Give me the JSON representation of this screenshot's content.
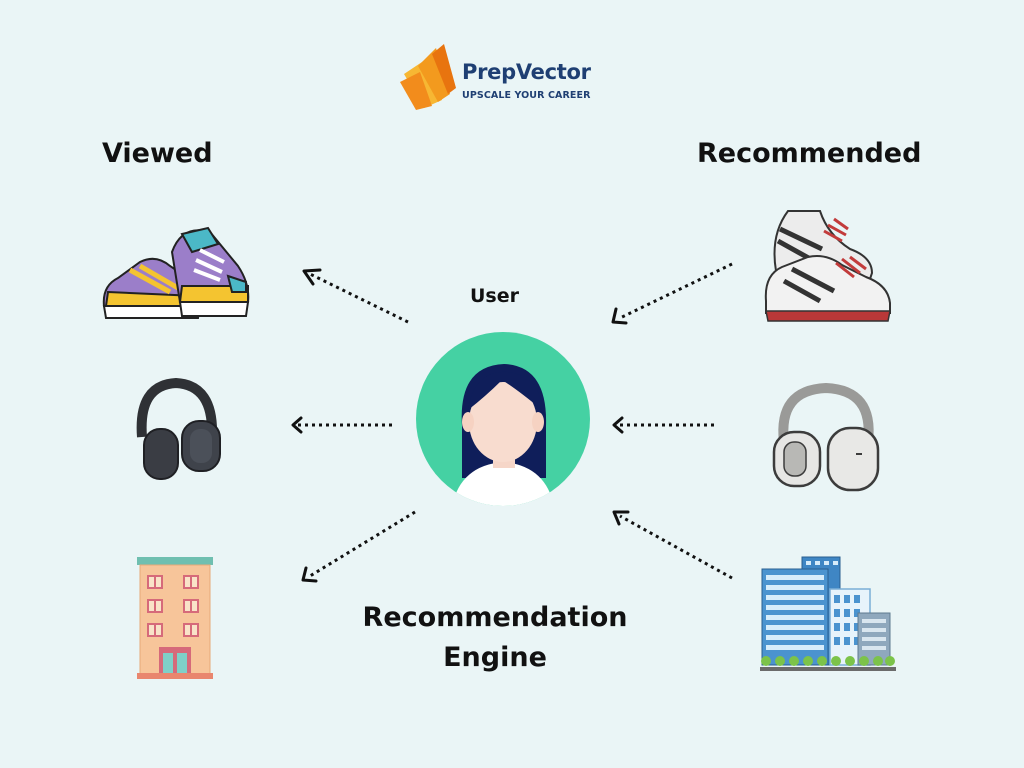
{
  "logo": {
    "name": "PrepVector",
    "tagline": "UPSCALE YOUR CAREER",
    "colors": {
      "orange": "#f39a1e",
      "navy": "#1f3f73"
    }
  },
  "columns": {
    "viewed_heading": "Viewed",
    "recommended_heading": "Recommended"
  },
  "center": {
    "user_label": "User",
    "engine_label_line1": "Recommendation",
    "engine_label_line2": "Engine",
    "avatar_bg": "#45d1a3"
  },
  "viewed_items": [
    {
      "icon": "sneakers-icon"
    },
    {
      "icon": "headphones-icon"
    },
    {
      "icon": "apartment-building-icon"
    }
  ],
  "recommended_items": [
    {
      "icon": "sneakers-icon"
    },
    {
      "icon": "headphones-icon"
    },
    {
      "icon": "office-buildings-icon"
    }
  ]
}
